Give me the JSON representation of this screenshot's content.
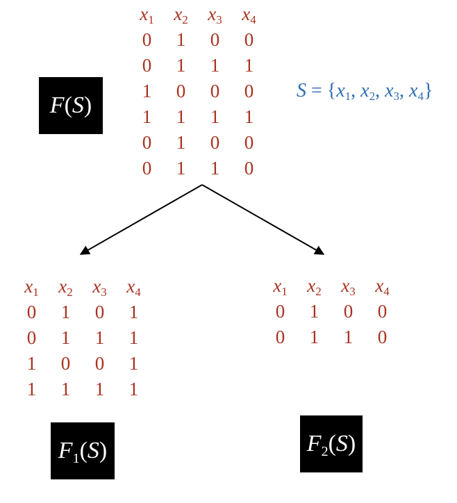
{
  "root": {
    "label": {
      "fn": "F",
      "sub": "",
      "arg": "S"
    },
    "headers": [
      "1",
      "2",
      "3",
      "4"
    ],
    "rows": [
      [
        "0",
        "1",
        "0",
        "0"
      ],
      [
        "0",
        "1",
        "1",
        "1"
      ],
      [
        "1",
        "0",
        "0",
        "0"
      ],
      [
        "1",
        "1",
        "1",
        "1"
      ],
      [
        "0",
        "1",
        "0",
        "0"
      ],
      [
        "0",
        "1",
        "1",
        "0"
      ]
    ]
  },
  "set_definition": {
    "lhs": "S",
    "eq": " = {",
    "vars": [
      "1",
      "2",
      "3",
      "4"
    ],
    "close": "}"
  },
  "left_child": {
    "label": {
      "fn": "F",
      "sub": "1",
      "arg": "S"
    },
    "headers": [
      "1",
      "2",
      "3",
      "4"
    ],
    "rows": [
      [
        "0",
        "1",
        "0",
        "1"
      ],
      [
        "0",
        "1",
        "1",
        "1"
      ],
      [
        "1",
        "0",
        "0",
        "1"
      ],
      [
        "1",
        "1",
        "1",
        "1"
      ]
    ]
  },
  "right_child": {
    "label": {
      "fn": "F",
      "sub": "2",
      "arg": "S"
    },
    "headers": [
      "1",
      "2",
      "3",
      "4"
    ],
    "rows": [
      [
        "0",
        "1",
        "0",
        "0"
      ],
      [
        "0",
        "1",
        "1",
        "0"
      ]
    ]
  },
  "colors": {
    "table_text": "#a8321f",
    "set_text": "#2e6db4",
    "label_bg": "#000000",
    "label_text": "#ffffff"
  }
}
